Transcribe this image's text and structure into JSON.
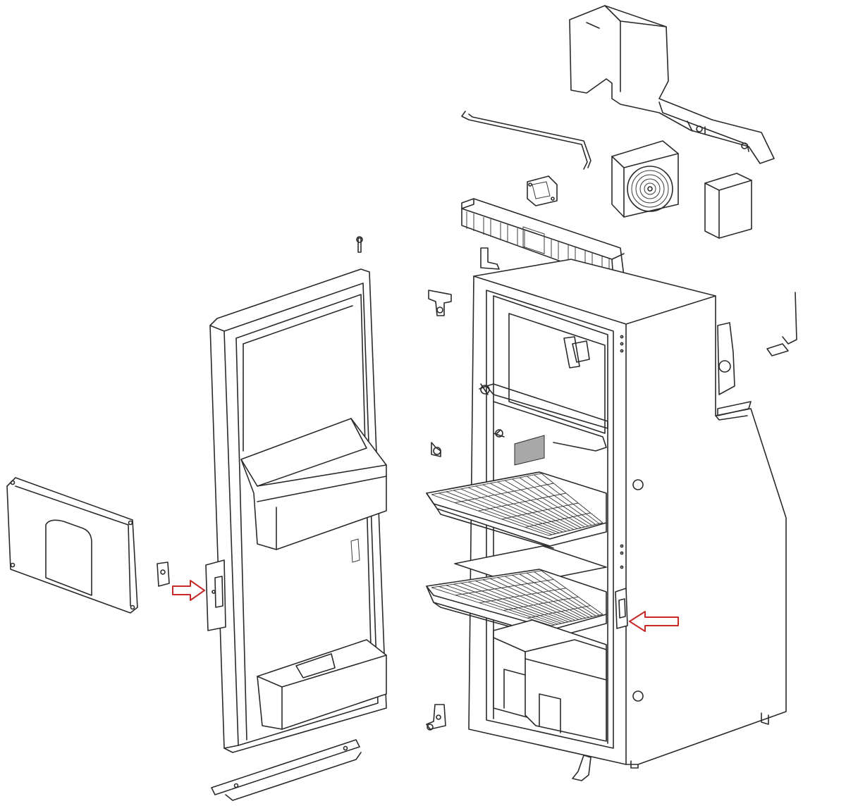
{
  "figure": {
    "kind": "exploded-assembly-diagram",
    "line_color": "#2a2a2a",
    "background": "#ffffff",
    "arrow_color": "#c62828",
    "panel_fill": "#a8a8a8"
  },
  "parts": [
    "cover-bracket",
    "wire-tube",
    "fan",
    "transformer-box",
    "control-board",
    "control-panel",
    "hinge-top",
    "hinge-mid",
    "hinge-bottom",
    "door",
    "door-shelf-top",
    "door-shelf-bottom",
    "decor-panel",
    "latch-block",
    "door-latch",
    "cabinet",
    "freezer-compartment",
    "wire-shelf-upper",
    "wire-shelf-lower",
    "glass-plate",
    "crisper-drawers",
    "cabinet-latch",
    "kick-strip",
    "side-rod",
    "screw",
    "compressor"
  ],
  "callouts": [
    {
      "name": "callout-arrow-door-latch",
      "direction": "right",
      "target": "door-latch"
    },
    {
      "name": "callout-arrow-cabinet-latch",
      "direction": "left",
      "target": "cabinet-latch"
    }
  ]
}
